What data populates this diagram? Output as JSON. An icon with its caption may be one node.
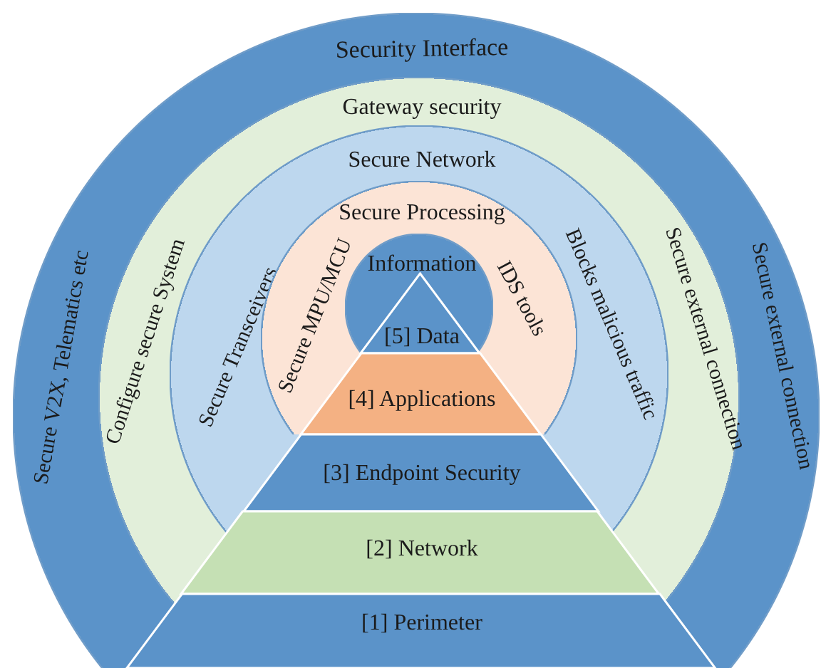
{
  "diagram": {
    "nodes": [
      {
        "text": [
          "Security Interface",
          "Secure V2X, Telematics etc",
          "Secure external connection"
        ]
      },
      {
        "text": [
          "Gateway security",
          "Configure secure System",
          "Secure external connection"
        ],
        "in": 0
      },
      {
        "text": [
          "Secure Network",
          "Secure Transceivers",
          "Blocks malicious traffic"
        ],
        "in": 1
      },
      {
        "text": [
          "Secure Processing",
          "Secure MPU/MCU",
          "IDS tools"
        ],
        "in": 2
      },
      {
        "text": [
          "Information"
        ],
        "in": 3
      },
      {
        "text": [
          "[5] Data"
        ],
        "in": 4
      },
      {
        "text": [
          "[4] Applications"
        ],
        "in": 3
      },
      {
        "text": [
          "[3] Endpoint Security"
        ],
        "in": 2
      },
      {
        "text": [
          "[2] Network"
        ],
        "in": 2
      },
      {
        "text": [
          "[1] Perimeter"
        ],
        "in": 1
      }
    ]
  }
}
